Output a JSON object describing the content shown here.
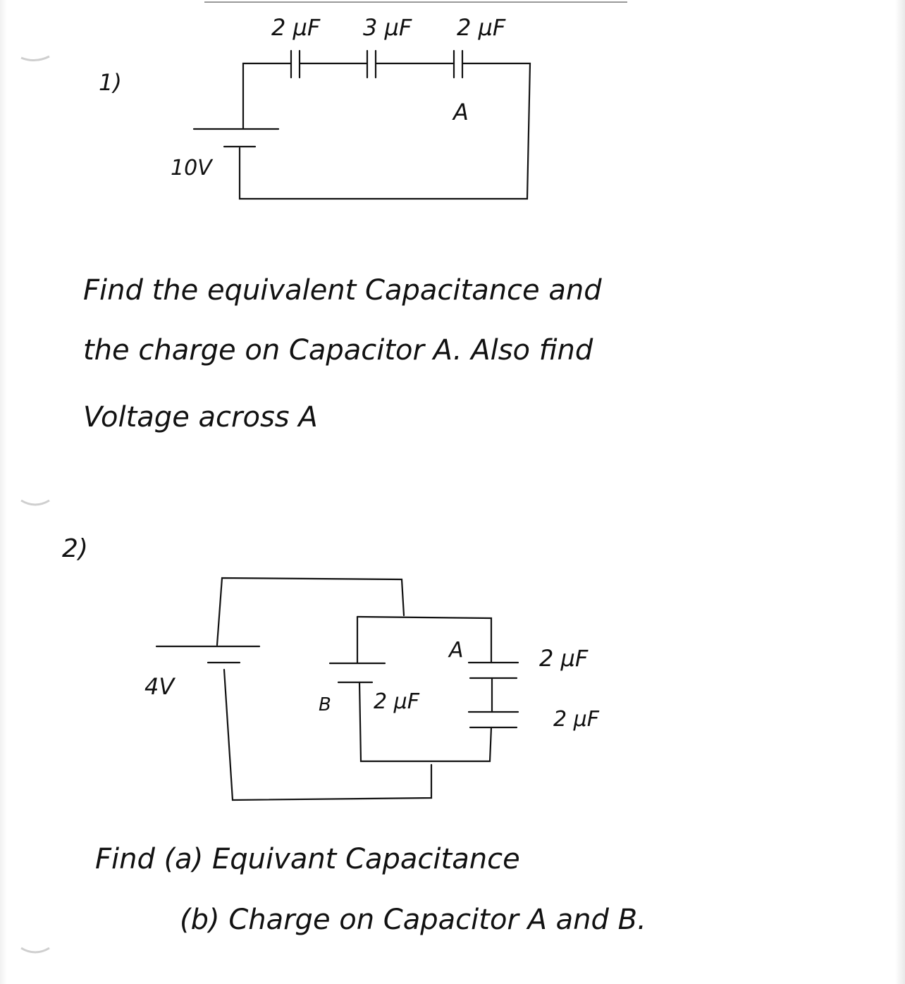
{
  "problem1": {
    "number": "1)",
    "capacitors": [
      "2 μF",
      "3 μF",
      "2 μF"
    ],
    "cap_a_label": "A",
    "battery": "10V",
    "question_lines": [
      "Find the equivalent Capacitance and",
      "the charge on Capacitor A. Also find",
      "Voltage across A"
    ]
  },
  "problem2": {
    "number": "2)",
    "battery": "4V",
    "cap_a_label": "A",
    "cap_a_value": "2 μF",
    "cap_b_label": "B",
    "cap_b_value": "2 μF",
    "cap_c_value": "2 μF",
    "question_lines": [
      "Find (a) Equivant Capacitance",
      "(b) Charge on Capacitor A and B."
    ]
  }
}
